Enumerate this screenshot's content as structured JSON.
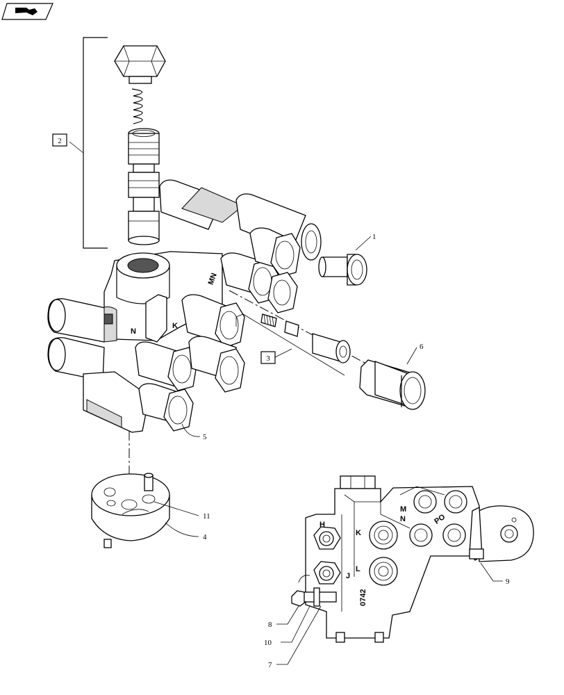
{
  "header": {
    "nav_icon": "next-page-arrow-icon"
  },
  "callouts": {
    "c1": "1",
    "c2": "2",
    "c3": "3",
    "c4": "4",
    "c5": "5",
    "c6": "6",
    "c7": "7",
    "c8": "8",
    "c9": "9",
    "c10": "10",
    "c11": "11"
  },
  "stamps": {
    "n_upper": "N",
    "k_upper": "K",
    "mn_upper": "MN",
    "h": "H",
    "k": "K",
    "m": "M",
    "n": "N",
    "po": "PO",
    "j": "J",
    "l": "L",
    "code": "0742"
  }
}
